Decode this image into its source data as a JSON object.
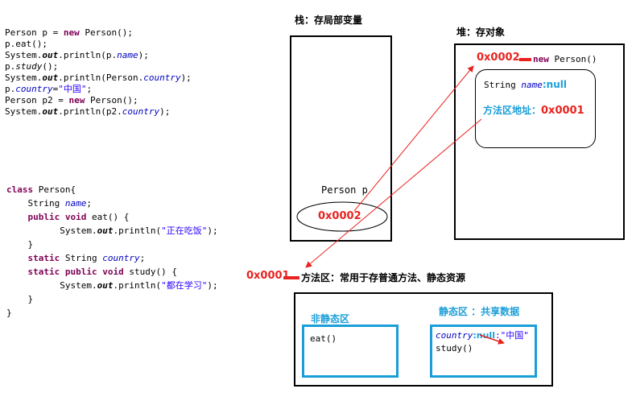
{
  "code_top": [
    [
      {
        "t": "Person p = "
      },
      {
        "t": "new",
        "c": "kw"
      },
      {
        "t": " Person();"
      }
    ],
    [
      {
        "t": "p.eat();"
      }
    ],
    [
      {
        "t": "System."
      },
      {
        "t": "out",
        "c": "bi"
      },
      {
        "t": ".println(p."
      },
      {
        "t": "name",
        "c": "fld"
      },
      {
        "t": ");"
      }
    ],
    [
      {
        "t": "p."
      },
      {
        "t": "study",
        "c": "ital"
      },
      {
        "t": "();"
      }
    ],
    [
      {
        "t": "System."
      },
      {
        "t": "out",
        "c": "bi"
      },
      {
        "t": ".println(Person."
      },
      {
        "t": "country",
        "c": "fld"
      },
      {
        "t": ");"
      }
    ],
    [
      {
        "t": "p."
      },
      {
        "t": "country",
        "c": "fld"
      },
      {
        "t": "="
      },
      {
        "t": "\"中国\"",
        "c": "str"
      },
      {
        "t": ";"
      }
    ],
    [
      {
        "t": "Person p2 = "
      },
      {
        "t": "new",
        "c": "kw"
      },
      {
        "t": " Person();"
      }
    ],
    [
      {
        "t": "System."
      },
      {
        "t": "out",
        "c": "bi"
      },
      {
        "t": ".println(p2."
      },
      {
        "t": "country",
        "c": "fld"
      },
      {
        "t": ");"
      }
    ]
  ],
  "code_class": [
    [
      {
        "t": "class",
        "c": "kw"
      },
      {
        "t": " Person{"
      }
    ],
    [
      {
        "t": "    String "
      },
      {
        "t": "name",
        "c": "fld"
      },
      {
        "t": ";"
      }
    ],
    [
      {
        "t": "    "
      },
      {
        "t": "public",
        "c": "kw"
      },
      {
        "t": " "
      },
      {
        "t": "void",
        "c": "kw"
      },
      {
        "t": " eat() {"
      }
    ],
    [
      {
        "t": "          System."
      },
      {
        "t": "out",
        "c": "bi"
      },
      {
        "t": ".println("
      },
      {
        "t": "\"正在吃饭\"",
        "c": "str"
      },
      {
        "t": ");"
      }
    ],
    [
      {
        "t": "    }"
      }
    ],
    [
      {
        "t": "    "
      },
      {
        "t": "static",
        "c": "kw"
      },
      {
        "t": " String "
      },
      {
        "t": "country",
        "c": "fld"
      },
      {
        "t": ";"
      }
    ],
    [
      {
        "t": "    "
      },
      {
        "t": "static",
        "c": "kw"
      },
      {
        "t": " "
      },
      {
        "t": "public",
        "c": "kw"
      },
      {
        "t": " "
      },
      {
        "t": "void",
        "c": "kw"
      },
      {
        "t": " study() {"
      }
    ],
    [
      {
        "t": "          System."
      },
      {
        "t": "out",
        "c": "bi"
      },
      {
        "t": ".println("
      },
      {
        "t": "\"都在学习\"",
        "c": "str"
      },
      {
        "t": ");"
      }
    ],
    [
      {
        "t": "    }"
      }
    ],
    [
      {
        "t": "}"
      }
    ]
  ],
  "stack": {
    "title": "栈：存局部变量",
    "var": "Person p",
    "addr": "0x0002"
  },
  "heap": {
    "title": "堆：存对象",
    "addr": "0x0002",
    "new_label": "new Person()",
    "field_type": "String ",
    "field_name": "name",
    "field_val": ":null",
    "method_addr_label": "方法区地址：",
    "method_addr": "0x0001"
  },
  "method_area": {
    "addr": "0x0001",
    "title": "方法区：常用于存普通方法、静态资源",
    "non_static_title": "非静态区",
    "non_static_method": "eat()",
    "static_title": "静态区 ：共享数据",
    "static_field": "country",
    "static_old": ":null",
    "static_new": ":\"中国\"",
    "static_method": "study()"
  },
  "colors": {
    "accent_red": "#e8231f",
    "accent_cyan": "#1a9ed8"
  }
}
